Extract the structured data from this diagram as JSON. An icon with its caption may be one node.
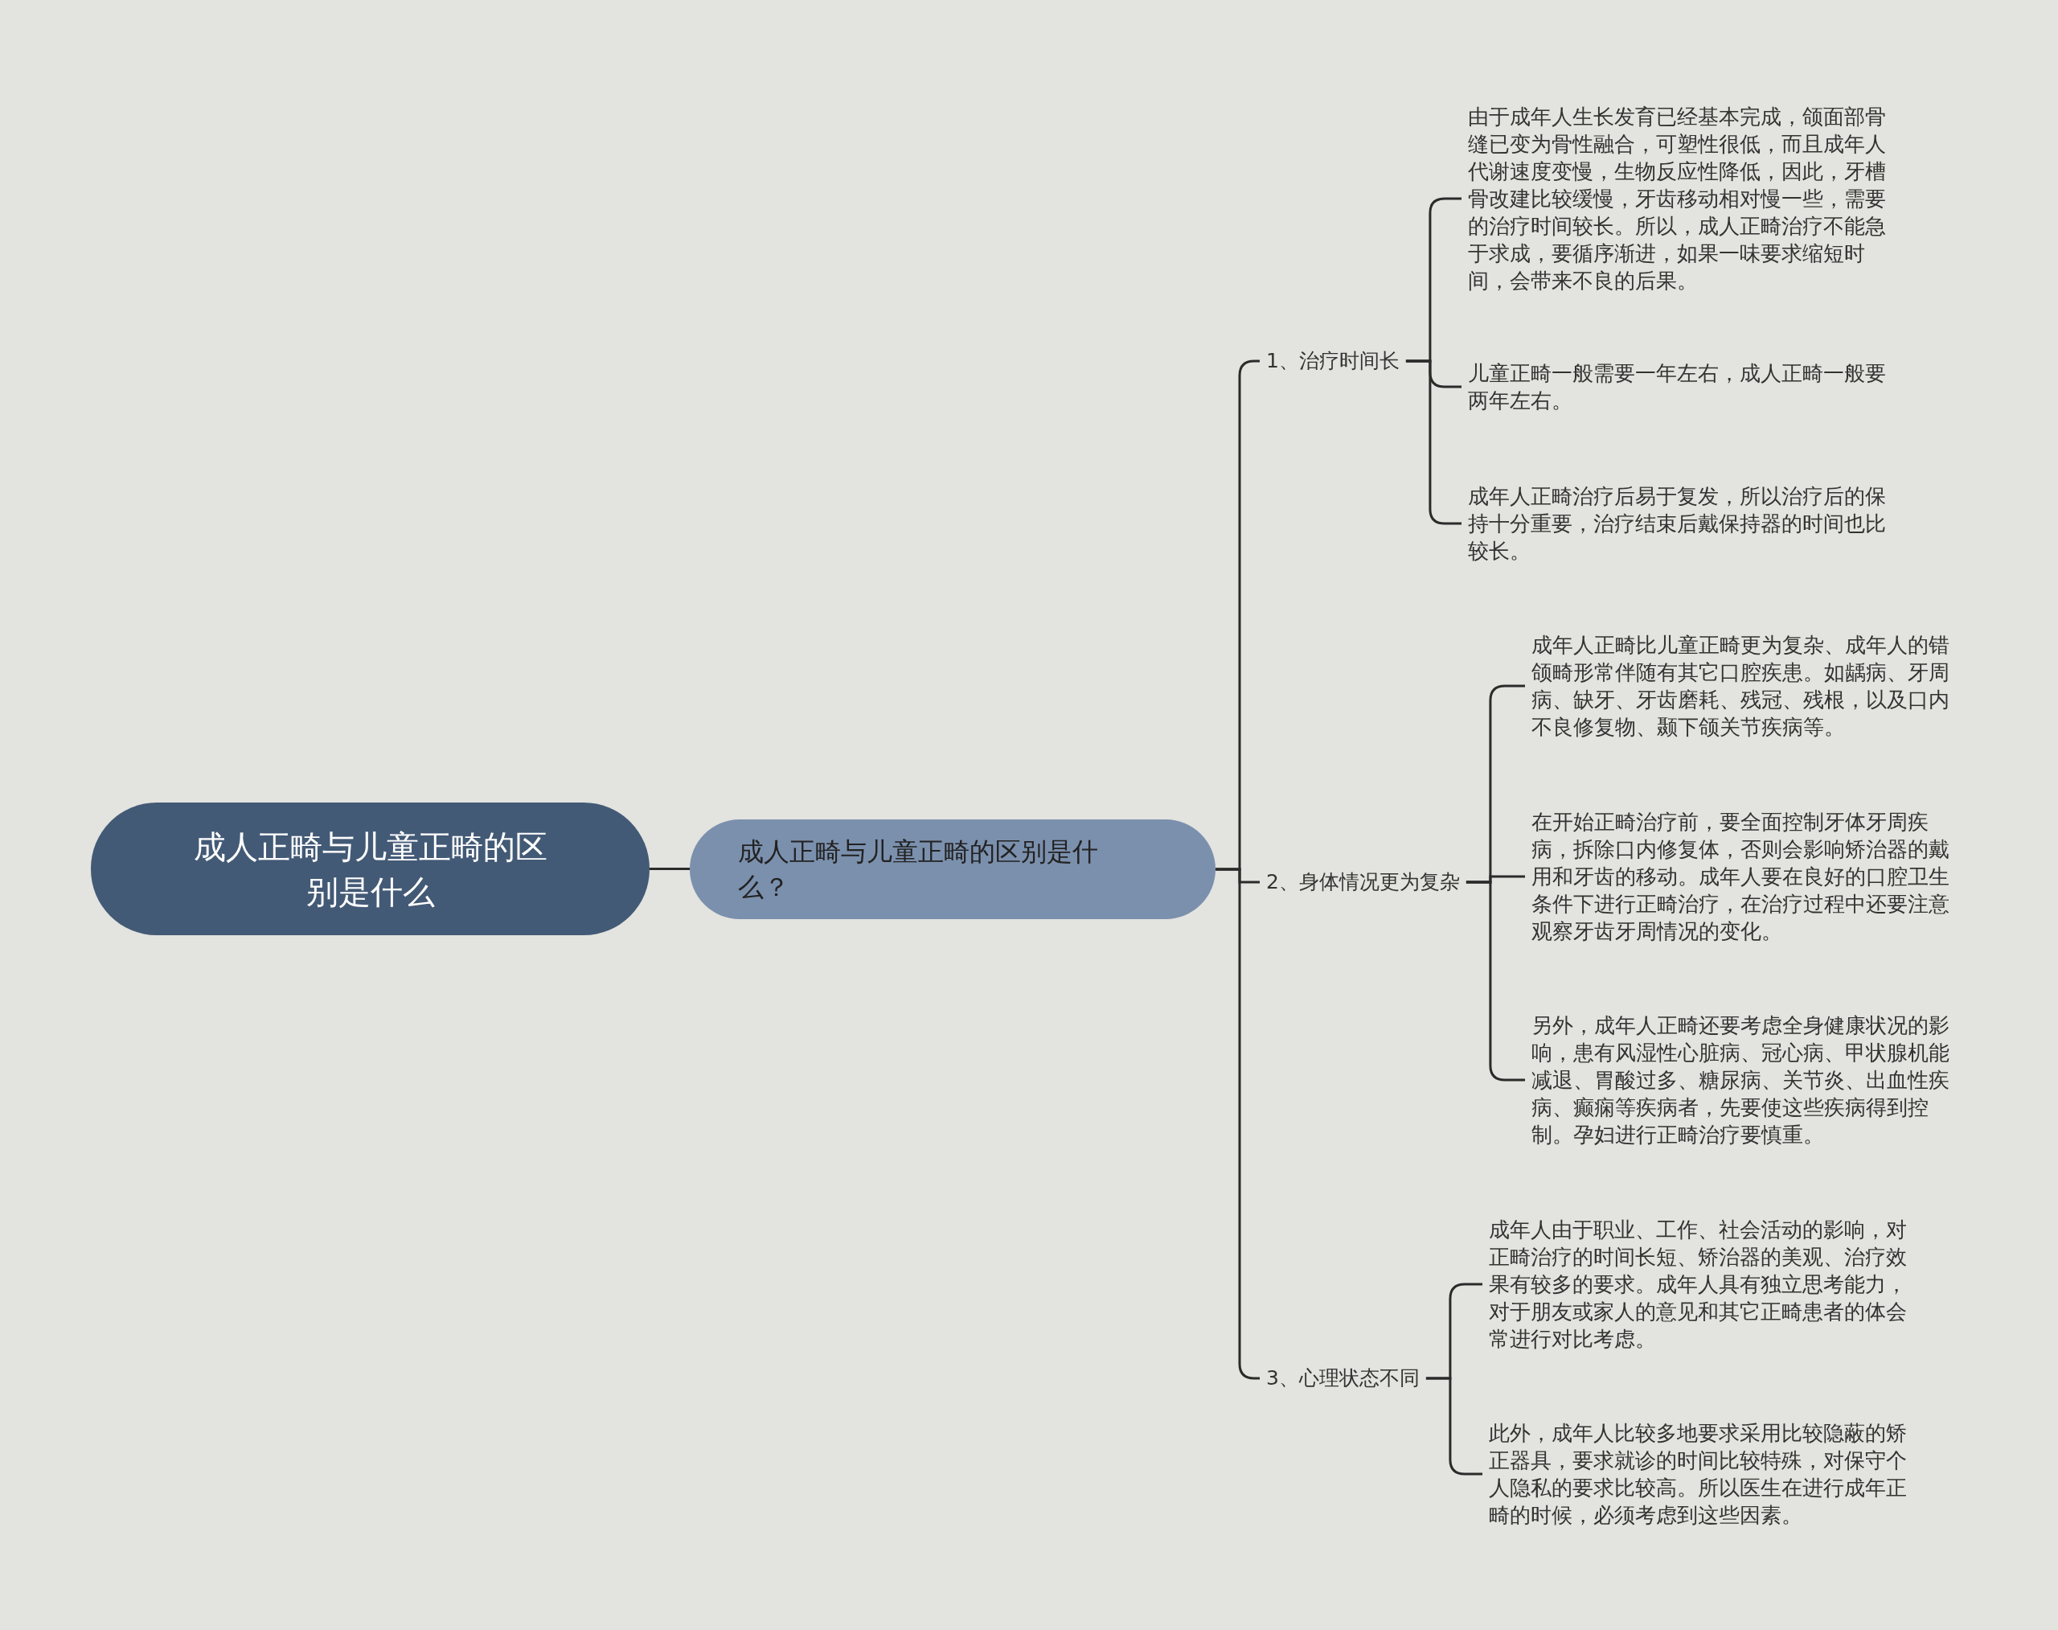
{
  "diagram": {
    "nodes": [
      {
        "text": [
          "成人正畸与儿童正畸的区别是什么"
        ]
      },
      {
        "text": [
          "成人正畸与儿童正畸的区别是什么？"
        ]
      },
      {
        "text": [
          "1、治疗时间长"
        ]
      },
      {
        "text": [
          "由于成年人生长发育已经基本完成，颌面部骨缝已变为骨性融合，可塑性很低，而且成年人代谢速度变慢，生物反应性降低，因此，牙槽骨改建比较缓慢，牙齿移动相对慢一些，需要的治疗时间较长。所以，成人正畸治疗不能急于求成，要循序渐进，如果一味要求缩短时间，会带来不良的后果。"
        ]
      },
      {
        "text": [
          "儿童正畸一般需要一年左右，成人正畸一般要两年左右。"
        ]
      },
      {
        "text": [
          "成年人正畸治疗后易于复发，所以治疗后的保持十分重要，治疗结束后戴保持器的时间也比较长。"
        ]
      },
      {
        "text": [
          "2、身体情况更为复杂"
        ]
      },
      {
        "text": [
          "成年人正畸比儿童正畸更为复杂、成年人的错颌畸形常伴随有其它口腔疾患。如龋病、牙周病、缺牙、牙齿磨耗、残冠、残根，以及口内不良修复物、颞下颌关节疾病等。"
        ]
      },
      {
        "text": [
          "在开始正畸治疗前，要全面控制牙体牙周疾病，拆除口内修复体，否则会影响矫治器的戴用和牙齿的移动。成年人要在良好的口腔卫生条件下进行正畸治疗，在治疗过程中还要注意观察牙齿牙周情况的变化。"
        ]
      },
      {
        "text": [
          "另外，成年人正畸还要考虑全身健康状况的影响，患有风湿性心脏病、冠心病、甲状腺机能减退、胃酸过多、糖尿病、关节炎、出血性疾病、癫痫等疾病者，先要使这些疾病得到控制。孕妇进行正畸治疗要慎重。"
        ]
      },
      {
        "text": [
          "3、心理状态不同"
        ]
      },
      {
        "text": [
          "成年人由于职业、工作、社会活动的影响，对正畸治疗的时间长短、矫治器的美观、治疗效果有较多的要求。成年人具有独立思考能力，对于朋友或家人的意见和其它正畸患者的体会常进行对比考虑。"
        ]
      },
      {
        "text": [
          "此外，成年人比较多地要求采用比较隐蔽的矫正器具，要求就诊的时间比较特殊，对保守个人隐私的要求比较高。所以医生在进行成年正畸的时候，必须考虑到这些因素。"
        ]
      }
    ],
    "edges": [
      {
        "from": 0,
        "to": 1,
        "arrow": "none"
      },
      {
        "from": 1,
        "to": 2,
        "arrow": "none"
      },
      {
        "from": 1,
        "to": 6,
        "arrow": "none"
      },
      {
        "from": 1,
        "to": 10,
        "arrow": "none"
      },
      {
        "from": 2,
        "to": 3,
        "arrow": "none"
      },
      {
        "from": 2,
        "to": 4,
        "arrow": "none"
      },
      {
        "from": 2,
        "to": 5,
        "arrow": "none"
      },
      {
        "from": 6,
        "to": 7,
        "arrow": "none"
      },
      {
        "from": 6,
        "to": 8,
        "arrow": "none"
      },
      {
        "from": 6,
        "to": 9,
        "arrow": "none"
      },
      {
        "from": 10,
        "to": 11,
        "arrow": "none"
      },
      {
        "from": 10,
        "to": 12,
        "arrow": "none"
      }
    ]
  }
}
